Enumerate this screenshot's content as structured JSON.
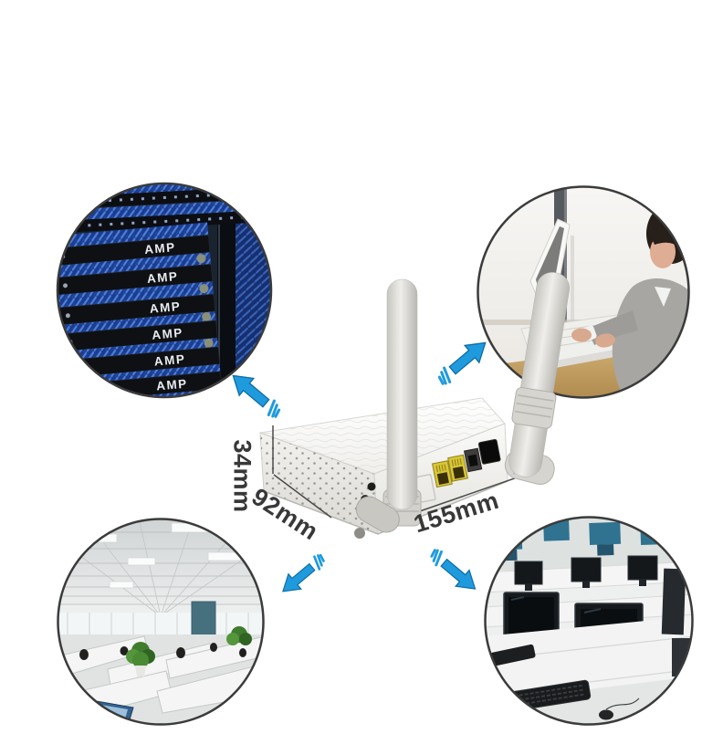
{
  "canvas": {
    "background": "#ffffff"
  },
  "device": {
    "dim_height": "34mm",
    "dim_depth": "92mm",
    "dim_width": "155mm"
  },
  "insets": {
    "top_left": {
      "name": "server-rack-patch-panels",
      "panel_label": "AMP"
    },
    "top_right": {
      "name": "businesswoman-typing-on-laptop"
    },
    "bottom_left": {
      "name": "open-plan-office"
    },
    "bottom_right": {
      "name": "computer-classroom"
    }
  },
  "icons": {
    "direction_arrow": "blue-3d-arrow-with-motion-dashes"
  },
  "colors": {
    "arrow": "#1f9bdd",
    "ethernet_port_yellow": "#d9c637",
    "dimension_text": "#383838"
  }
}
